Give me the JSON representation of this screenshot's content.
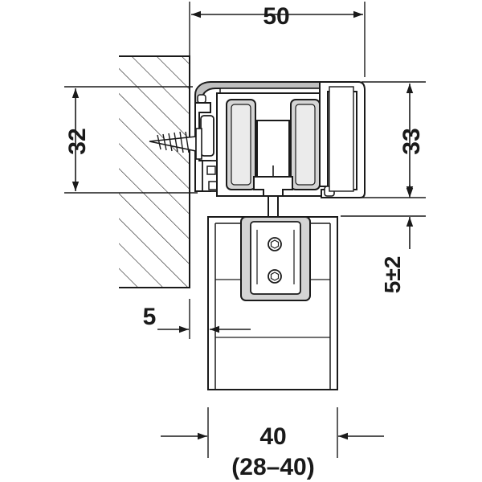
{
  "drawing": {
    "dimensions": {
      "overall_width": "50",
      "left_height": "32",
      "right_height": "33",
      "gap": "5±2",
      "offset": "5",
      "door_thickness": "40",
      "door_range": "(28–40)"
    },
    "colors": {
      "line": "#1a1a1a",
      "profile_gray": "#bfbfbf",
      "carriage_gray": "#d4d4d4",
      "background": "#ffffff"
    }
  }
}
